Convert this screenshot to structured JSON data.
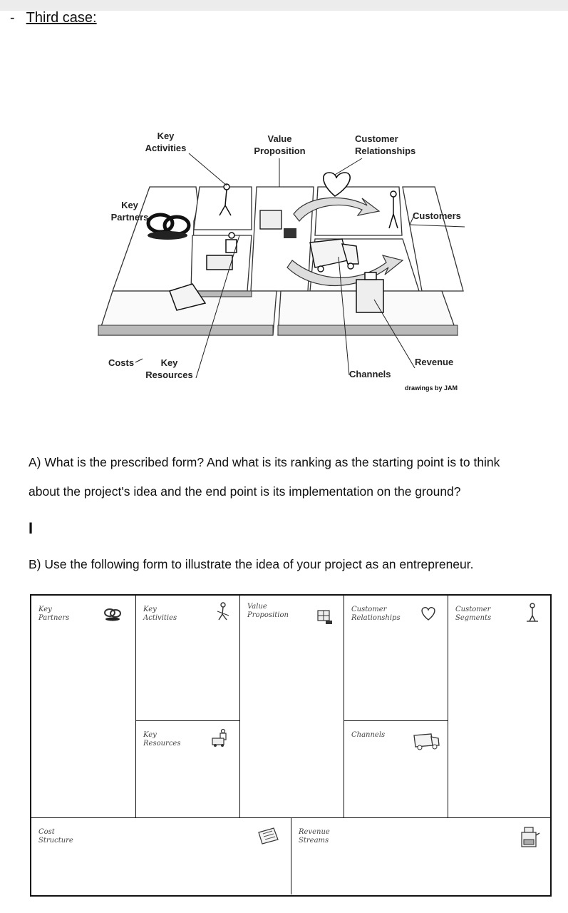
{
  "heading": {
    "bullet": "-",
    "title": "Third case:"
  },
  "illustration": {
    "labels": {
      "key_activities": "Key\nActivities",
      "value_proposition": "Value\nProposition",
      "customer_relationships": "Customer\nRelationships",
      "key_partners": "Key\nPartners",
      "customers": "Customers",
      "costs": "Costs",
      "key_resources": "Key\nResources",
      "channels": "Channels",
      "revenue": "Revenue"
    },
    "credit": "drawings by JAM"
  },
  "questions": {
    "a_line1": "A) What is the prescribed form? And what is its ranking as the starting point is to think",
    "a_line2": "about the project's idea and the end point is its implementation on the ground?",
    "cursor": "I",
    "b": "B) Use the following form to illustrate the idea of your project as an entrepreneur."
  },
  "canvas": {
    "key_partners": "Key\nPartners",
    "key_activities": "Key\nActivities",
    "value_proposition": "Value\nProposition",
    "customer_relationships": "Customer\nRelationships",
    "customer_segments": "Customer\nSegments",
    "key_resources": "Key\nResources",
    "channels": "Channels",
    "cost_structure": "Cost\nStructure",
    "revenue_streams": "Revenue\nStreams"
  },
  "icons": {
    "key_partners": "rings-icon",
    "key_activities": "worker-icon",
    "value_proposition": "gift-icon",
    "customer_relationships": "heart-icon",
    "customer_segments": "person-icon",
    "key_resources": "forklift-icon",
    "channels": "truck-icon",
    "cost_structure": "receipt-icon",
    "revenue_streams": "cash-register-icon"
  }
}
